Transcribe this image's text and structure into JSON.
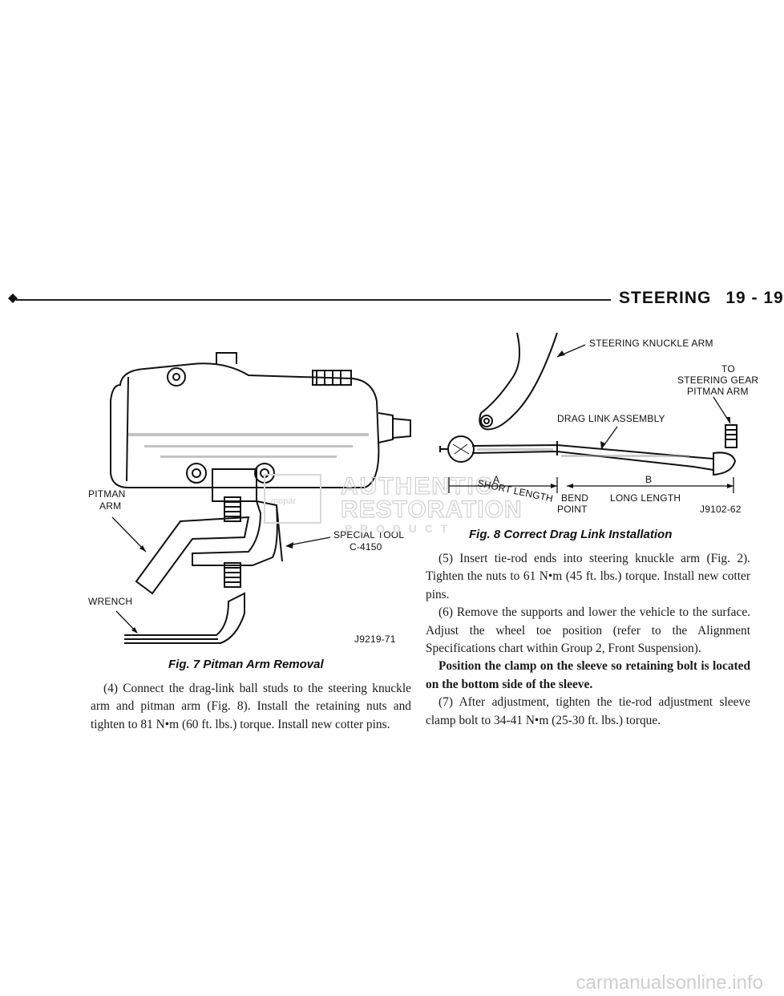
{
  "header": {
    "section": "STEERING",
    "page": "19 - 19"
  },
  "fig7": {
    "labels": {
      "pitman_arm_1": "PITMAN",
      "pitman_arm_2": "ARM",
      "special_tool_1": "SPECIAL TOOL",
      "special_tool_2": "C-4150",
      "wrench": "WRENCH",
      "part_number": "J9219-71"
    },
    "caption": "Fig. 7 Pitman Arm Removal"
  },
  "fig8": {
    "labels": {
      "knuckle_arm": "STEERING KNUCKLE ARM",
      "to_1": "TO",
      "to_2": "STEERING GEAR",
      "to_3": "PITMAN ARM",
      "drag_link": "DRAG LINK ASSEMBLY",
      "a": "A",
      "short_length": "SHORT LENGTH",
      "bend_1": "BEND",
      "bend_2": "POINT",
      "b": "B",
      "long_length": "LONG LENGTH",
      "part_number": "J9102-62"
    },
    "caption": "Fig. 8 Correct Drag Link Installation"
  },
  "watermark": {
    "line1": "AUTHENTIC",
    "line2": "RESTORATION",
    "line3": "P R O D U C T",
    "badge": "mopar"
  },
  "left_text": {
    "p1": "(4) Connect the drag-link ball studs to the steering knuckle arm and pitman arm (Fig. 8). Install the retaining nuts and tighten to 81 N•m (60 ft. lbs.) torque. Install new cotter pins."
  },
  "right_text": {
    "p1": "(5) Insert tie-rod ends into steering knuckle arm (Fig. 2). Tighten the nuts to 61 N•m (45 ft. lbs.) torque. Install new cotter pins.",
    "p2": "(6) Remove the supports and lower the vehicle to the surface. Adjust the wheel toe position (refer to the Alignment Specifications chart within Group 2, Front Suspension).",
    "p3": "Position the clamp on the sleeve so retaining bolt is located on the bottom side of the sleeve.",
    "p4": "(7) After adjustment, tighten the tie-rod adjustment sleeve clamp bolt to 34-41 N•m (25-30 ft. lbs.) torque."
  },
  "footer": {
    "site": "carmanualsonline.info"
  }
}
